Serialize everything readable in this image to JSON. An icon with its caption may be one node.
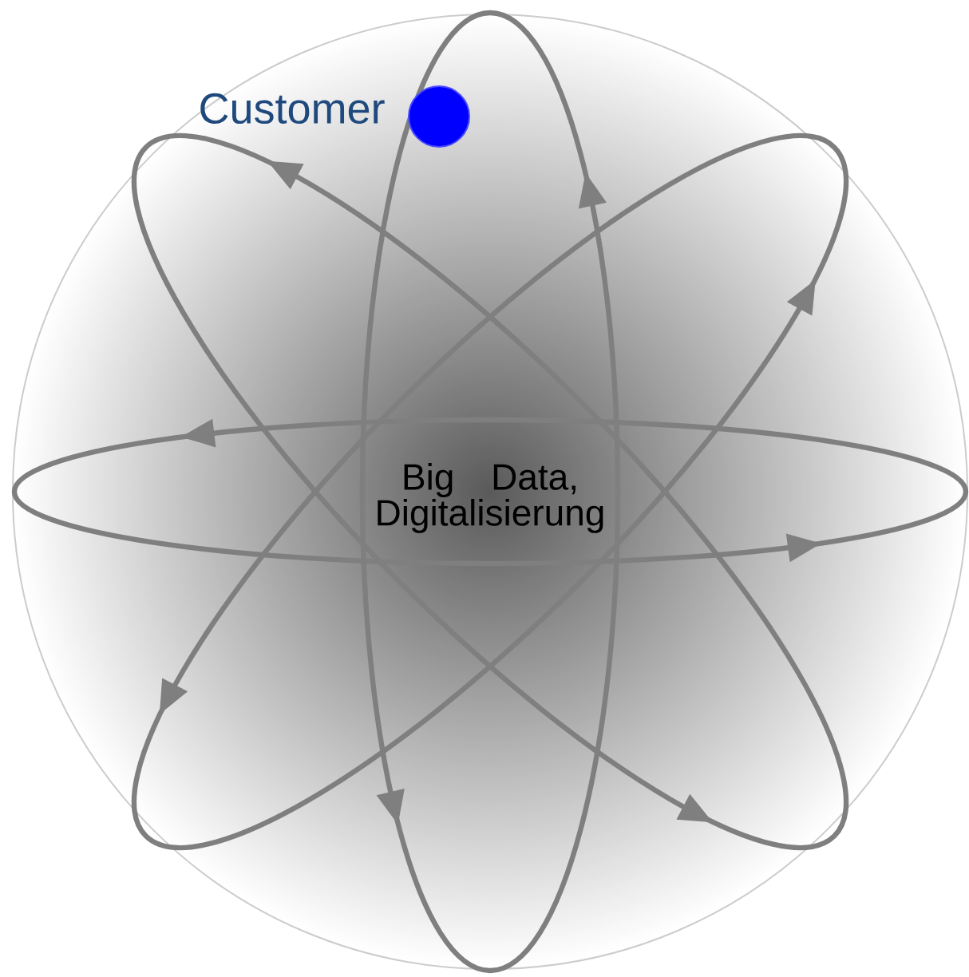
{
  "diagram": {
    "nodes": [
      {
        "text": [
          "Big Data, Digitalisierung"
        ]
      },
      {
        "text": [],
        "shape": "circle",
        "beside": [
          "Customer"
        ]
      }
    ]
  }
}
